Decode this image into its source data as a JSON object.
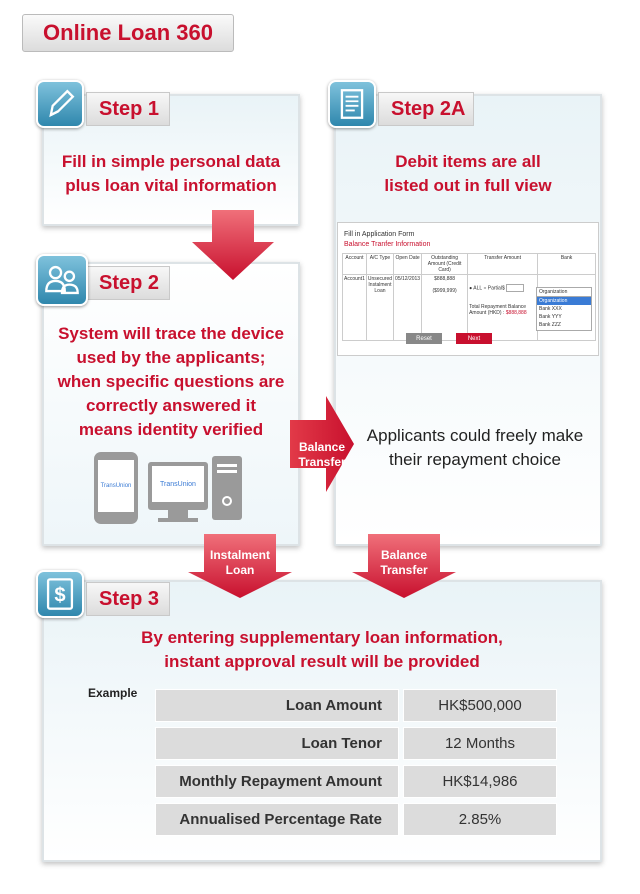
{
  "title": "Online Loan 360",
  "step1": {
    "label": "Step 1",
    "text_line1": "Fill in simple personal data",
    "text_line2": "plus loan vital information"
  },
  "step2a": {
    "label": "Step 2A",
    "text_line1": "Debit items are all",
    "text_line2": "listed out in full view"
  },
  "step2": {
    "label": "Step 2",
    "text_lines": [
      "System will trace the device",
      "used by the applicants;",
      "when specific questions are",
      "correctly answered it",
      "means identity verified"
    ],
    "device_brand": "TransUnion"
  },
  "balance_right": {
    "label_line1": "Balance",
    "label_line2": "Transfer",
    "text_line1": "Applicants could freely make",
    "text_line2": "their repayment choice"
  },
  "arrow_instalment": {
    "line1": "Instalment",
    "line2": "Loan"
  },
  "arrow_balance": {
    "line1": "Balance",
    "line2": "Transfer"
  },
  "form": {
    "title": "Fill in Application Form",
    "subtitle": "Balance Tranfer Information",
    "headers": [
      "Account",
      "A/C Type",
      "Open Date",
      "Outstanding Amount (Credit Card)",
      "Transfer Amount",
      "Bank"
    ],
    "row": {
      "account": "Account1",
      "type": "Unsecured Instalment Loan",
      "date": "05/12/2013",
      "outstanding1": "$888,888",
      "outstanding2": "($999,999)",
      "all": "ALL",
      "partial": "Partial$"
    },
    "total_line1": "Total Repayment Balance",
    "total_line2": "Amount (HKD) :",
    "total_value": "$888,888",
    "dropdown": [
      "Organization",
      "Organization",
      "Bank XXX",
      "Bank YYY",
      "Bank ZZZ"
    ],
    "reset": "Reset",
    "next": "Next"
  },
  "step3": {
    "label": "Step 3",
    "text_line1": "By entering supplementary loan information,",
    "text_line2": "instant approval result will be provided"
  },
  "example": {
    "label": "Example",
    "rows": [
      {
        "key": "Loan Amount",
        "value": "HK$500,000"
      },
      {
        "key": "Loan Tenor",
        "value": "12 Months"
      },
      {
        "key": "Monthly Repayment Amount",
        "value": "HK$14,986"
      },
      {
        "key": "Annualised Percentage Rate",
        "value": "2.85%"
      }
    ]
  },
  "colors": {
    "brand_red": "#c8102e",
    "icon_blue": "#2f87ad"
  }
}
